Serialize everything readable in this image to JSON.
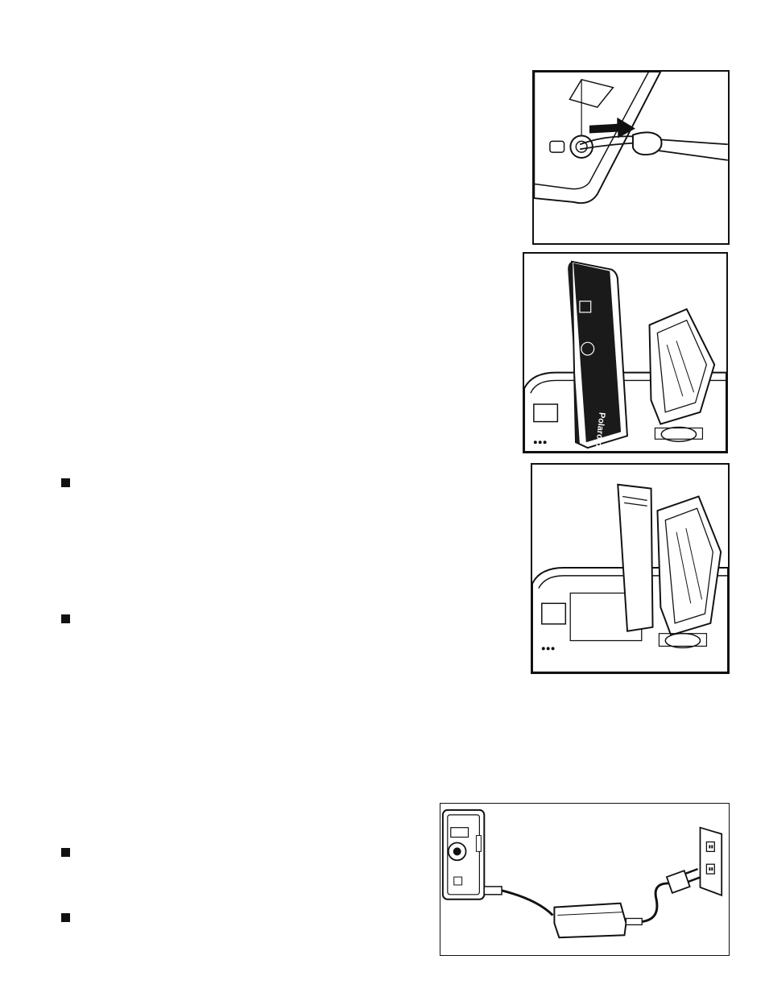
{
  "figures": {
    "strap": {
      "icon": "wrist-strap-attach-icon"
    },
    "battery": {
      "icon": "battery-insert-icon",
      "battery_brand": "Polaroid"
    },
    "door": {
      "icon": "battery-door-close-icon"
    },
    "ac_adapter": {
      "icon": "ac-adapter-connection-icon"
    }
  },
  "bullets": [
    "square-bullet",
    "square-bullet",
    "square-bullet",
    "square-bullet"
  ],
  "colors": {
    "ink": "#111111",
    "paper": "#ffffff",
    "battery_body": "#1a1a1a"
  }
}
